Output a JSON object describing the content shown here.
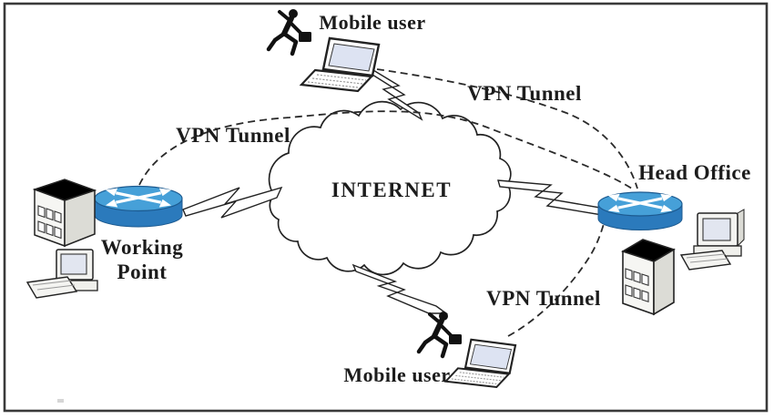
{
  "diagram": {
    "type": "vpn-network-topology",
    "labels": {
      "internet": "INTERNET",
      "head_office": "Head Office",
      "working_point_line1": "Working",
      "working_point_line2": "Point",
      "mobile_user_top": "Mobile user",
      "mobile_user_bottom": "Mobile user",
      "vpn_tunnel_left": "VPN Tunnel",
      "vpn_tunnel_top_right": "VPN Tunnel",
      "vpn_tunnel_bottom": "VPN Tunnel"
    },
    "nodes": [
      {
        "id": "working_point",
        "label": "Working Point",
        "devices": [
          "router-icon",
          "server-tower-icon",
          "desktop-computer-icon"
        ]
      },
      {
        "id": "internet_cloud",
        "label": "INTERNET",
        "devices": [
          "cloud-icon"
        ]
      },
      {
        "id": "head_office",
        "label": "Head Office",
        "devices": [
          "router-icon",
          "server-tower-icon",
          "desktop-computer-icon"
        ]
      },
      {
        "id": "mobile_user_top",
        "label": "Mobile user",
        "devices": [
          "running-person-icon",
          "laptop-icon"
        ]
      },
      {
        "id": "mobile_user_bottom",
        "label": "Mobile user",
        "devices": [
          "running-person-icon",
          "laptop-icon"
        ]
      }
    ],
    "links": [
      {
        "from": "working_point",
        "to": "internet_cloud",
        "style": "lightning-bolt"
      },
      {
        "from": "internet_cloud",
        "to": "head_office",
        "style": "lightning-bolt"
      },
      {
        "from": "mobile_user_top",
        "to": "internet_cloud",
        "style": "lightning-bolt"
      },
      {
        "from": "internet_cloud",
        "to": "mobile_user_bottom",
        "style": "lightning-bolt"
      },
      {
        "from": "working_point",
        "to": "head_office",
        "style": "dashed-curve",
        "label": "VPN Tunnel"
      },
      {
        "from": "mobile_user_top",
        "to": "head_office",
        "style": "dashed-curve",
        "label": "VPN Tunnel"
      },
      {
        "from": "mobile_user_bottom",
        "to": "head_office",
        "style": "dashed-curve",
        "label": "VPN Tunnel"
      }
    ],
    "colors": {
      "background": "#ffffff",
      "frame": "#3a3a3a",
      "ink": "#1f1f1f",
      "router_top": "#46a0d8",
      "router_body": "#2b7abc",
      "laptop_screen": "#dde3f2",
      "device_face": "#f6f6f3",
      "device_shade": "#dcdcd6"
    }
  }
}
